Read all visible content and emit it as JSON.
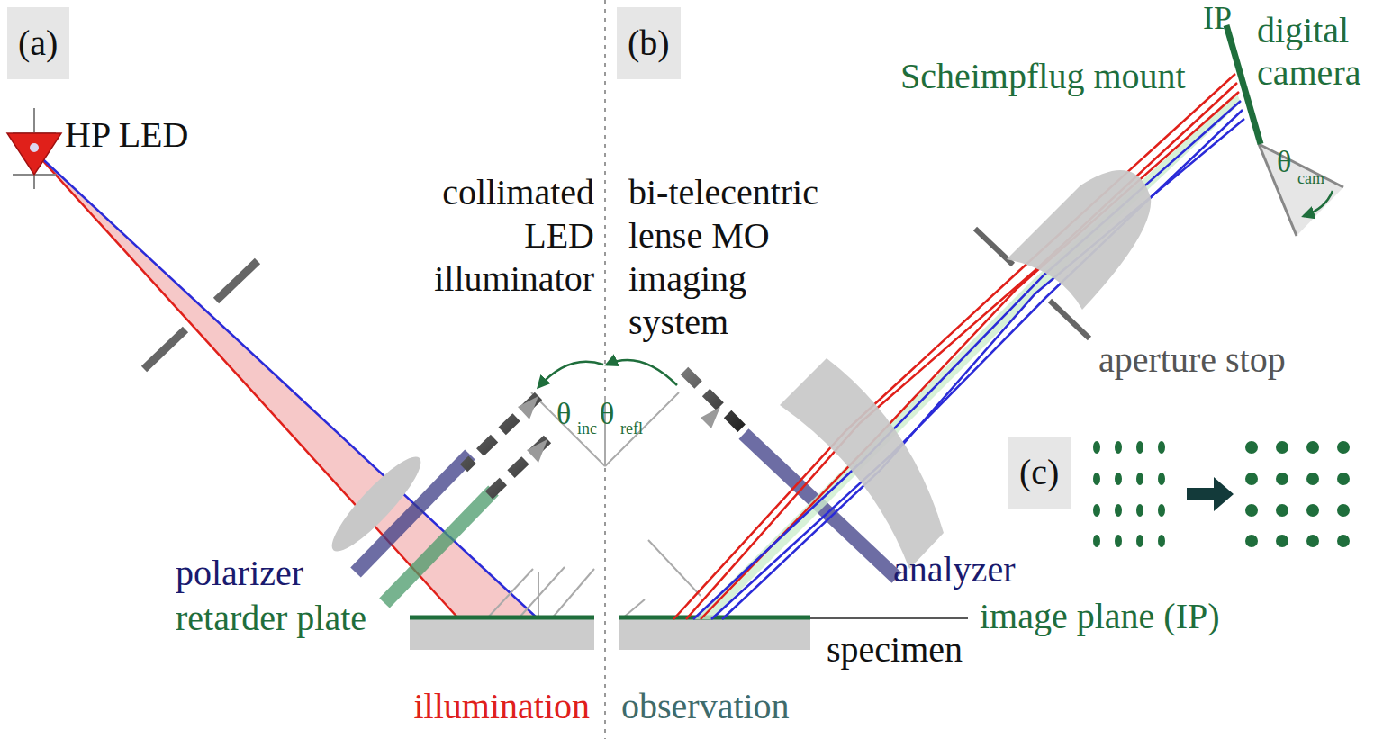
{
  "diagram": {
    "nodes": [
      {
        "text": [
          "(a)"
        ]
      },
      {
        "text": [
          "(b)"
        ]
      },
      {
        "text": [
          "(c)"
        ]
      }
    ],
    "labels": [
      "HP LED",
      "collimated LED illuminator",
      "bi-telecentric lense MO imaging system",
      "θ",
      "inc",
      "θ",
      "refl",
      "Scheimpflug mount",
      "IP",
      "digital camera",
      "θ",
      "cam",
      "aperture stop",
      "polarizer",
      "retarder plate",
      "analyzer",
      "image plane (IP)",
      "specimen",
      "illumination",
      "observation"
    ]
  }
}
